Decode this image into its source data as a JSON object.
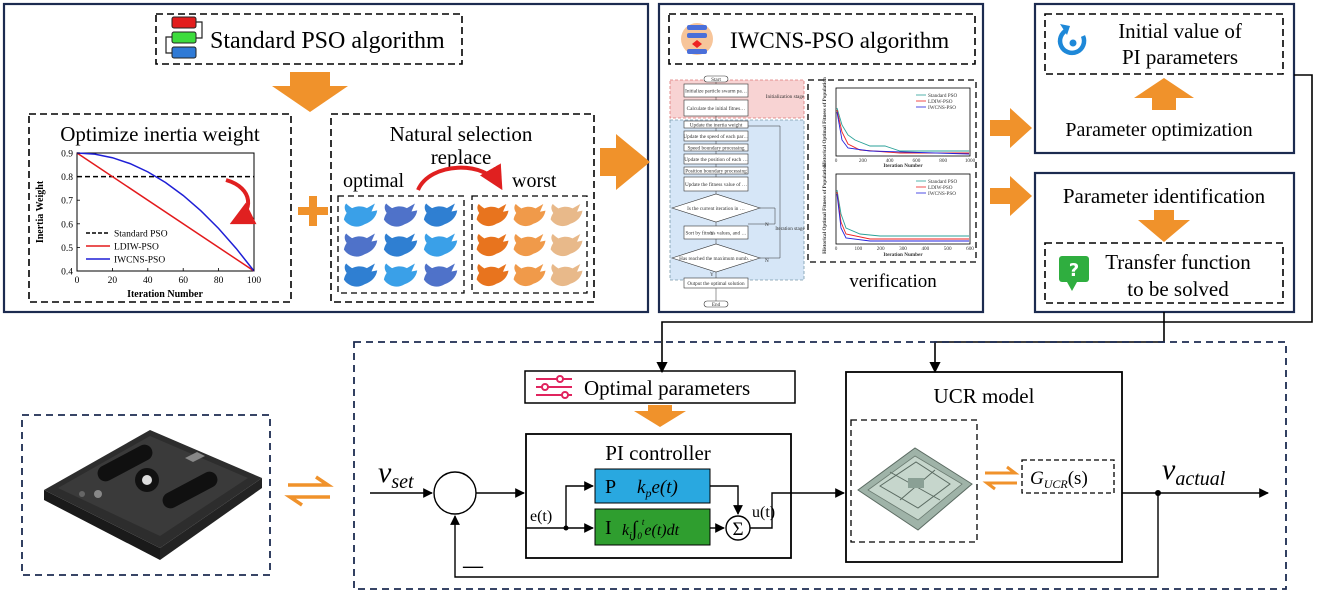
{
  "pso_panel": {
    "standard_label": "Standard PSO algorithm",
    "optimize_title": "Optimize inertia weight",
    "natural_title_line1": "Natural selection",
    "natural_title_line2": "replace",
    "optimal_label": "optimal",
    "worst_label": "worst"
  },
  "iwcns_panel": {
    "title": "IWCNS-PSO algorithm",
    "verification_label": "verification",
    "flow_steps": [
      "Start",
      "Initialize particle swarm parameters",
      "Calculate the initial fitness value of each particle, pbest and gbest",
      "Update the inertia weight",
      "Update the speed of each particle",
      "Speed boundary processing",
      "Update the position of each particle",
      "Position boundary processing",
      "Update the fitness value of each particle, pbest and gbest",
      "Is the current iteration in the first third of the whole iteration process?",
      "Sort by fitness values, and natural selection",
      "Has reached the maximum number of iterations?",
      "Output the optimal solution",
      "End"
    ],
    "init_stage": "Initialization stage",
    "iter_stage": "Iteration stage",
    "yes": "Y",
    "no": "N",
    "mini_legend": [
      "Standard PSO",
      "LDIW-PSO",
      "IWCNS-PSO"
    ],
    "mini_ylabel": "Historical Optimal Fitness of Population",
    "mini_xlabel": "Iteration Number",
    "mini_ticks_top": [
      "0",
      "200",
      "400",
      "600",
      "800",
      "1000"
    ],
    "mini_ticks_bot": [
      "0",
      "100",
      "200",
      "300",
      "400",
      "500",
      "600"
    ]
  },
  "right_panel": {
    "initial_line1": "Initial value of",
    "initial_line2": "PI parameters",
    "param_opt": "Parameter optimization",
    "param_id": "Parameter identification",
    "transfer_line1": "Transfer function",
    "transfer_line2": "to be solved"
  },
  "control": {
    "optimal_params": "Optimal parameters",
    "pi_title": "PI controller",
    "p_label": "P",
    "i_label": "I",
    "ucr_title": "UCR model",
    "v_set": "v",
    "v_set_sub": "set",
    "v_actual": "v",
    "v_actual_sub": "actual",
    "et": "e(t)",
    "ut": "u(t)",
    "minus": "—",
    "sum_symbol": "Σ",
    "g_main": "G",
    "g_sub": "UCR",
    "g_arg": "(s)"
  },
  "chart_data": {
    "type": "line",
    "title": "",
    "xlabel": "Iteration Number",
    "ylabel": "Inertia Weight",
    "xlim": [
      0,
      100
    ],
    "ylim": [
      0.4,
      0.9
    ],
    "xticks": [
      "0",
      "20",
      "40",
      "60",
      "80",
      "100"
    ],
    "yticks": [
      "0.4",
      "0.5",
      "0.6",
      "0.7",
      "0.8",
      "0.9"
    ],
    "legend_position": "bottom-left",
    "series": [
      {
        "name": "Standard PSO",
        "color": "#000000",
        "dash": true,
        "x": [
          0,
          100
        ],
        "y": [
          0.8,
          0.8
        ]
      },
      {
        "name": "LDIW-PSO",
        "color": "#e31a1c",
        "dash": false,
        "x": [
          0,
          100
        ],
        "y": [
          0.9,
          0.4
        ]
      },
      {
        "name": "IWCNS-PSO",
        "color": "#1f1fd6",
        "dash": false,
        "x": [
          0,
          10,
          20,
          30,
          40,
          50,
          60,
          70,
          80,
          90,
          100
        ],
        "y": [
          0.9,
          0.895,
          0.88,
          0.855,
          0.82,
          0.775,
          0.72,
          0.655,
          0.58,
          0.495,
          0.4
        ]
      }
    ]
  },
  "colors": {
    "orange": "#f0922b",
    "navy": "#1c2b50",
    "p_block": "#29a8e0",
    "i_block": "#2f9e2f"
  }
}
